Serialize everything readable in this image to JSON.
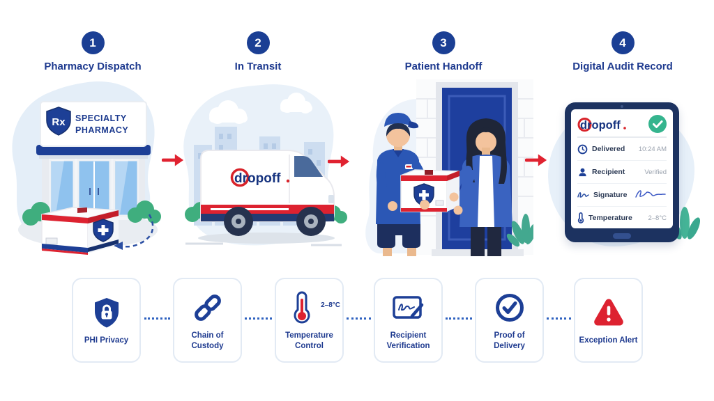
{
  "steps": [
    {
      "number": "1",
      "label": "Pharmacy Dispatch"
    },
    {
      "number": "2",
      "label": "In Transit"
    },
    {
      "number": "3",
      "label": "Patient Handoff"
    },
    {
      "number": "4",
      "label": "Digital Audit Record"
    }
  ],
  "pharmacy": {
    "shield_text": "Rx",
    "sign_line1": "SPECIALTY",
    "sign_line2": "PHARMACY"
  },
  "van": {
    "logo_text": "dropoff"
  },
  "tablet": {
    "logo_text": "dropoff",
    "rows": [
      {
        "icon": "clock-icon",
        "label": "Delivered",
        "value": "10:24 AM"
      },
      {
        "icon": "person-icon",
        "label": "Recipient",
        "value": "Verified"
      },
      {
        "icon": "signature-icon",
        "label": "Signature",
        "value": ""
      },
      {
        "icon": "thermometer-icon",
        "label": "Temperature",
        "value": "2–8°C"
      }
    ]
  },
  "features": [
    {
      "icon": "shield-lock-icon",
      "label": "PHI Privacy"
    },
    {
      "icon": "chain-icon",
      "label": "Chain of Custody"
    },
    {
      "icon": "thermometer-icon",
      "label": "Temperature Control",
      "badge": "2–8°C"
    },
    {
      "icon": "signature-tablet-icon",
      "label": "Recipient Verification"
    },
    {
      "icon": "check-circle-icon",
      "label": "Proof of Delivery"
    },
    {
      "icon": "alert-triangle-icon",
      "label": "Exception Alert"
    }
  ],
  "colors": {
    "navy": "#1e3a8f",
    "blue": "#2b57b5",
    "red": "#dd2230",
    "green": "#35b48e",
    "light_blue": "#e7f0f9"
  }
}
